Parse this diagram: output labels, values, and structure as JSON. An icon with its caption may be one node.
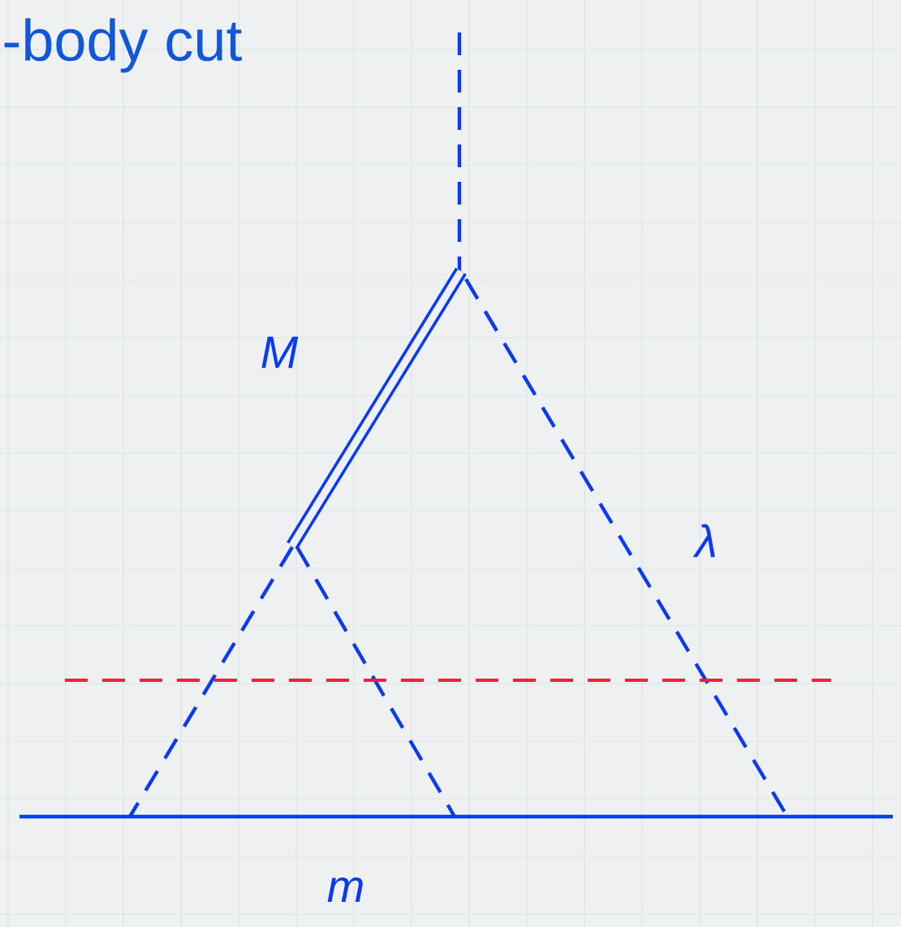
{
  "diagram": {
    "title": "-body cut",
    "labels": [
      "M",
      "λ",
      "m"
    ]
  }
}
